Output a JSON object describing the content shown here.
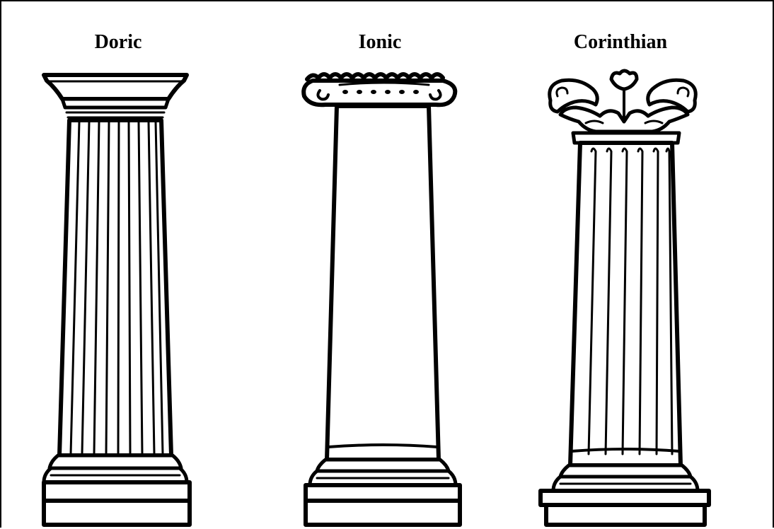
{
  "labels": {
    "doric": "Doric",
    "ionic": "Ionic",
    "corinthian": "Corinthian"
  },
  "colors": {
    "ink": "#000000",
    "background": "#ffffff"
  }
}
